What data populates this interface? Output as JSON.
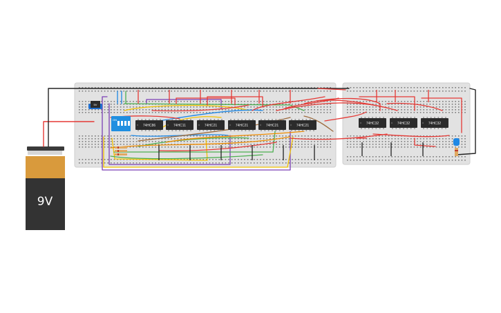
{
  "battery": {
    "label": "9V"
  },
  "regulator": {
    "label": "5V"
  },
  "dip_switch": {
    "label": "ON"
  },
  "board_left": {
    "chips": [
      {
        "label": "74HC86"
      },
      {
        "label": "74HC11"
      },
      {
        "label": "74HC21"
      },
      {
        "label": "74HC21"
      },
      {
        "label": "74HC21"
      },
      {
        "label": "74HC21"
      }
    ]
  },
  "board_right": {
    "chips": [
      {
        "label": "74HC32"
      },
      {
        "label": "74HC32"
      },
      {
        "label": "74HC32"
      }
    ]
  },
  "colors": {
    "breadboard": "#e2e2e2",
    "chip": "#2b2b2b",
    "wire_red": "#e53935",
    "wire_black": "#222222",
    "wire_yellow": "#f2c200",
    "wire_green": "#4caf50",
    "wire_purple": "#7b3fb5",
    "wire_blue": "#1e88e5",
    "wire_orange": "#f08c00",
    "wire_brown": "#9c6a3c",
    "switch_blue": "#1f8fe0",
    "battery_gold": "#d99a3c",
    "battery_body": "#333333"
  }
}
